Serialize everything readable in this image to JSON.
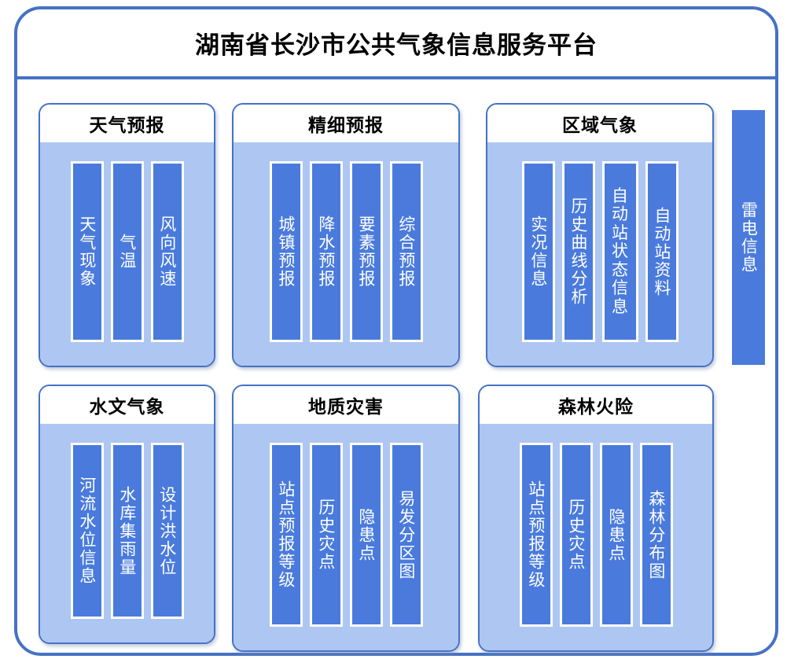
{
  "platform": {
    "title": "湖南省长沙市公共气象信息服务平台"
  },
  "colors": {
    "frame_border": "#4572C4",
    "panel_border": "#4572C4",
    "panel_header_bg": "#FFFFFF",
    "panel_body_bg": "#AEC6F2",
    "item_bar_bg": "#4A7BDC",
    "item_bar_border": "#FFFFFF",
    "item_text": "#FFFFFF",
    "title_text": "#000000"
  },
  "panels": [
    {
      "id": "weather-forecast",
      "title": "天气预报",
      "items": [
        {
          "label": "天气现象"
        },
        {
          "label": "气温"
        },
        {
          "label": "风向风速"
        }
      ]
    },
    {
      "id": "fine-forecast",
      "title": "精细预报",
      "items": [
        {
          "label": "城镇预报"
        },
        {
          "label": "降水预报"
        },
        {
          "label": "要素预报"
        },
        {
          "label": "综合预报"
        }
      ]
    },
    {
      "id": "regional-met",
      "title": "区域气象",
      "items": [
        {
          "label": "实况信息"
        },
        {
          "label": "历史曲线分析"
        },
        {
          "label": "自动站状态信息"
        },
        {
          "label": "自动站资料"
        }
      ]
    },
    {
      "id": "hydro-met",
      "title": "水文气象",
      "items": [
        {
          "label": "河流水位信息"
        },
        {
          "label": "水库集雨量"
        },
        {
          "label": "设计洪水位"
        }
      ]
    },
    {
      "id": "geo-hazard",
      "title": "地质灾害",
      "items": [
        {
          "label": "站点预报等级"
        },
        {
          "label": "历史灾点"
        },
        {
          "label": "隐患点"
        },
        {
          "label": "易发分区图"
        }
      ]
    },
    {
      "id": "forest-fire",
      "title": "森林火险",
      "items": [
        {
          "label": "站点预报等级"
        },
        {
          "label": "历史灾点"
        },
        {
          "label": "隐患点"
        },
        {
          "label": "森林分布图"
        }
      ]
    }
  ],
  "standalone": {
    "lightning": {
      "label": "雷电信息"
    }
  }
}
